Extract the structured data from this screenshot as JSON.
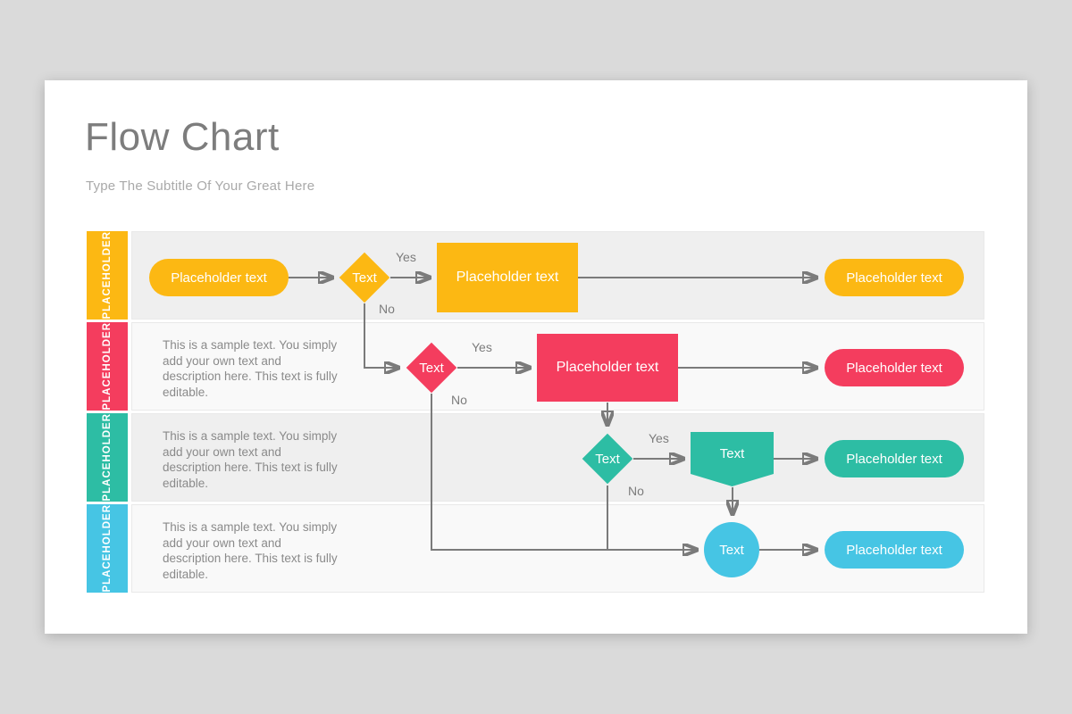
{
  "slide": {
    "title": "Flow Chart",
    "subtitle": "Type The Subtitle Of Your Great Here"
  },
  "branch": {
    "yes": "Yes",
    "no": "No"
  },
  "colors": {
    "yellow": "#FCB813",
    "pink": "#F43D5E",
    "teal": "#2DBDA4",
    "cyan": "#46C5E4",
    "connector": "#7B7B7B",
    "band_odd": "#EFEFEF",
    "band_even": "#F9F9F9",
    "title_text": "#7D7D7D",
    "body_text": "#8A8A8A"
  },
  "rows": [
    {
      "lane_label": "PLACEHOLDER",
      "color": "#FCB813",
      "start": "Placeholder text",
      "decision": "Text",
      "process": "Placeholder text",
      "result": "Placeholder text"
    },
    {
      "lane_label": "PLACEHOLDER",
      "color": "#F43D5E",
      "description": "This is a sample text. You simply add your own text and description here. This text is fully editable.",
      "decision": "Text",
      "process": "Placeholder text",
      "result": "Placeholder text"
    },
    {
      "lane_label": "PLACEHOLDER",
      "color": "#2DBDA4",
      "description": "This is a sample text. You simply add your own text and description here. This text is fully editable.",
      "decision": "Text",
      "display": "Text",
      "result": "Placeholder text"
    },
    {
      "lane_label": "PLACEHOLDER",
      "color": "#46C5E4",
      "description": "This is a sample text. You simply add your own text and description here. This text is fully editable.",
      "connector_node": "Text",
      "result": "Placeholder text"
    }
  ]
}
